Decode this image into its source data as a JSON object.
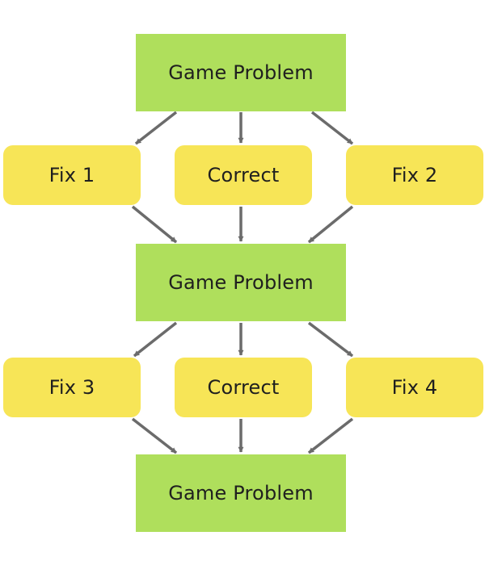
{
  "colors": {
    "problem_fill": "#afdf5c",
    "fix_fill": "#f7e557",
    "arrow": "#6b6b6b",
    "text": "#1f1f1f"
  },
  "levels": [
    {
      "problem": "Game Problem",
      "options": [
        "Fix 1",
        "Correct",
        "Fix 2"
      ]
    },
    {
      "problem": "Game Problem",
      "options": [
        "Fix 3",
        "Correct",
        "Fix 4"
      ]
    }
  ],
  "final_problem": "Game Problem"
}
